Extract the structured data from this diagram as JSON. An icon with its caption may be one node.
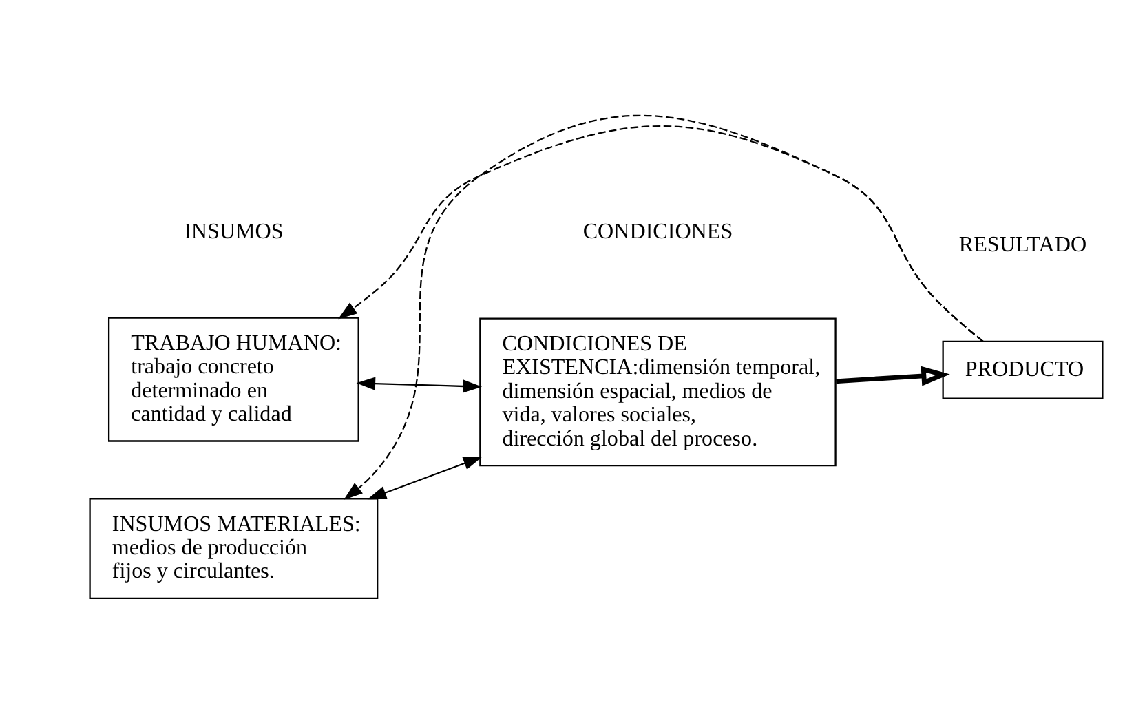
{
  "diagram": {
    "nodes": [
      {
        "text": [
          "INSUMOS MATERIALES: medios de producción fijos y circulantes."
        ]
      },
      {
        "text": [
          "TRABAJO HUMANO: trabajo concreto determinado en cantidad y calidad"
        ]
      },
      {
        "text": [
          "CONDICIONES DE EXISTENCIA:dimensión temporal, dimensión espacial, medios de vida, valores sociales, dirección global del proceso."
        ]
      },
      {
        "text": [
          "PRODUCTO"
        ]
      }
    ],
    "edges": [
      {
        "from": 0,
        "to": 2,
        "arrow": "both"
      },
      {
        "from": 1,
        "to": 2,
        "arrow": "both"
      },
      {
        "from": 2,
        "to": 3,
        "arrow": "to",
        "style": "thick"
      },
      {
        "from": 3,
        "to": 0,
        "arrow": "to",
        "style": "dashed"
      },
      {
        "from": 3,
        "to": 1,
        "arrow": "to",
        "style": "dashed"
      }
    ],
    "labels": [
      "INSUMOS",
      "CONDICIONES",
      "RESULTADO"
    ]
  }
}
